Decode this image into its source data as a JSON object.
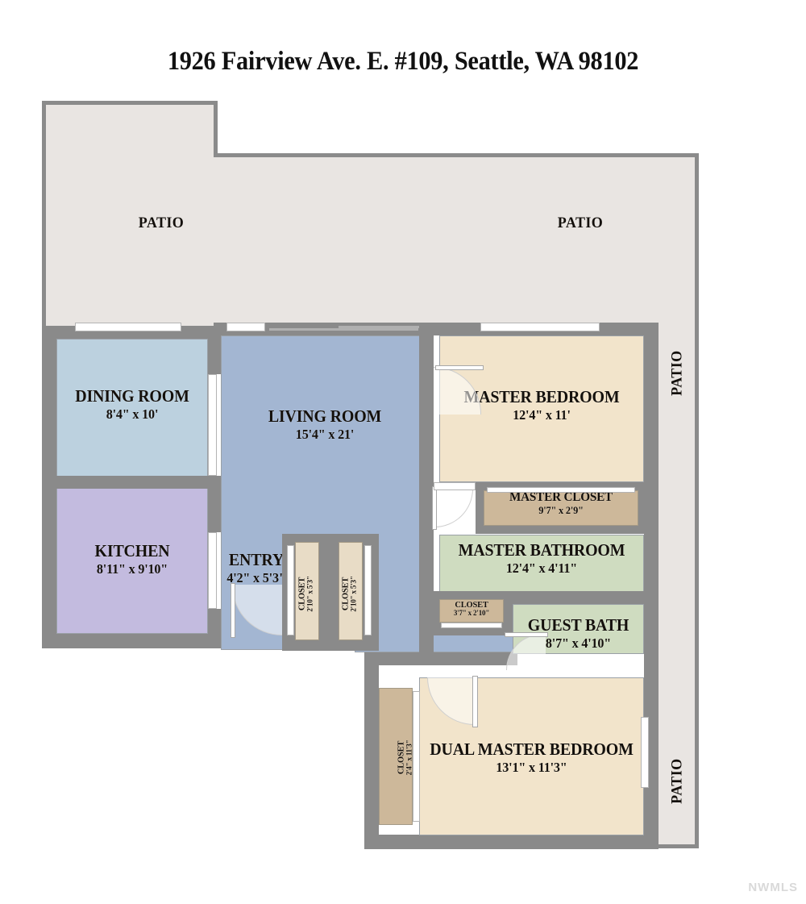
{
  "document": {
    "title": "1926 Fairview Ave. E. #109, Seattle, WA 98102",
    "watermark": "NWMLS"
  },
  "colors": {
    "patio_fill": "#e9e5e2",
    "wall": "#8a8a8a",
    "dining": "#bcd1df",
    "living": "#a3b6d2",
    "kitchen": "#c3bbdf",
    "bedroom": "#f2e4cb",
    "closet_tan": "#cdb89a",
    "closet_light": "#e8dcc6",
    "bath": "#cfdcc0",
    "background": "#ffffff",
    "text": "#14100c"
  },
  "rooms": [
    {
      "id": "patio-top-left",
      "name": "PATIO",
      "dim": ""
    },
    {
      "id": "patio-top-right",
      "name": "PATIO",
      "dim": ""
    },
    {
      "id": "patio-right-upper",
      "name": "PATIO",
      "dim": ""
    },
    {
      "id": "patio-right-lower",
      "name": "PATIO",
      "dim": ""
    },
    {
      "id": "dining-room",
      "name": "DINING ROOM",
      "dim": "8'4\" x 10'"
    },
    {
      "id": "living-room",
      "name": "LIVING ROOM",
      "dim": "15'4\" x 21'"
    },
    {
      "id": "kitchen",
      "name": "KITCHEN",
      "dim": "8'11\" x 9'10\""
    },
    {
      "id": "entry",
      "name": "ENTRY",
      "dim": "4'2\" x 5'3\""
    },
    {
      "id": "closet-entry-1",
      "name": "CLOSET",
      "dim": "2'10\" x 5'3\""
    },
    {
      "id": "closet-entry-2",
      "name": "CLOSET",
      "dim": "2'10\" x 5'3\""
    },
    {
      "id": "master-bedroom",
      "name": "MASTER BEDROOM",
      "dim": "12'4\" x 11'"
    },
    {
      "id": "master-closet",
      "name": "MASTER CLOSET",
      "dim": "9'7\" x 2'9\""
    },
    {
      "id": "master-bathroom",
      "name": "MASTER BATHROOM",
      "dim": "12'4\" x 4'11\""
    },
    {
      "id": "closet-hall",
      "name": "CLOSET",
      "dim": "3'7\" x 2'10\""
    },
    {
      "id": "guest-bath",
      "name": "GUEST BATH",
      "dim": "8'7\" x 4'10\""
    },
    {
      "id": "dual-master",
      "name": "DUAL MASTER BEDROOM",
      "dim": "13'1\" x 11'3\""
    },
    {
      "id": "closet-dual",
      "name": "CLOSET",
      "dim": "2'4\" x 11'3\""
    }
  ]
}
